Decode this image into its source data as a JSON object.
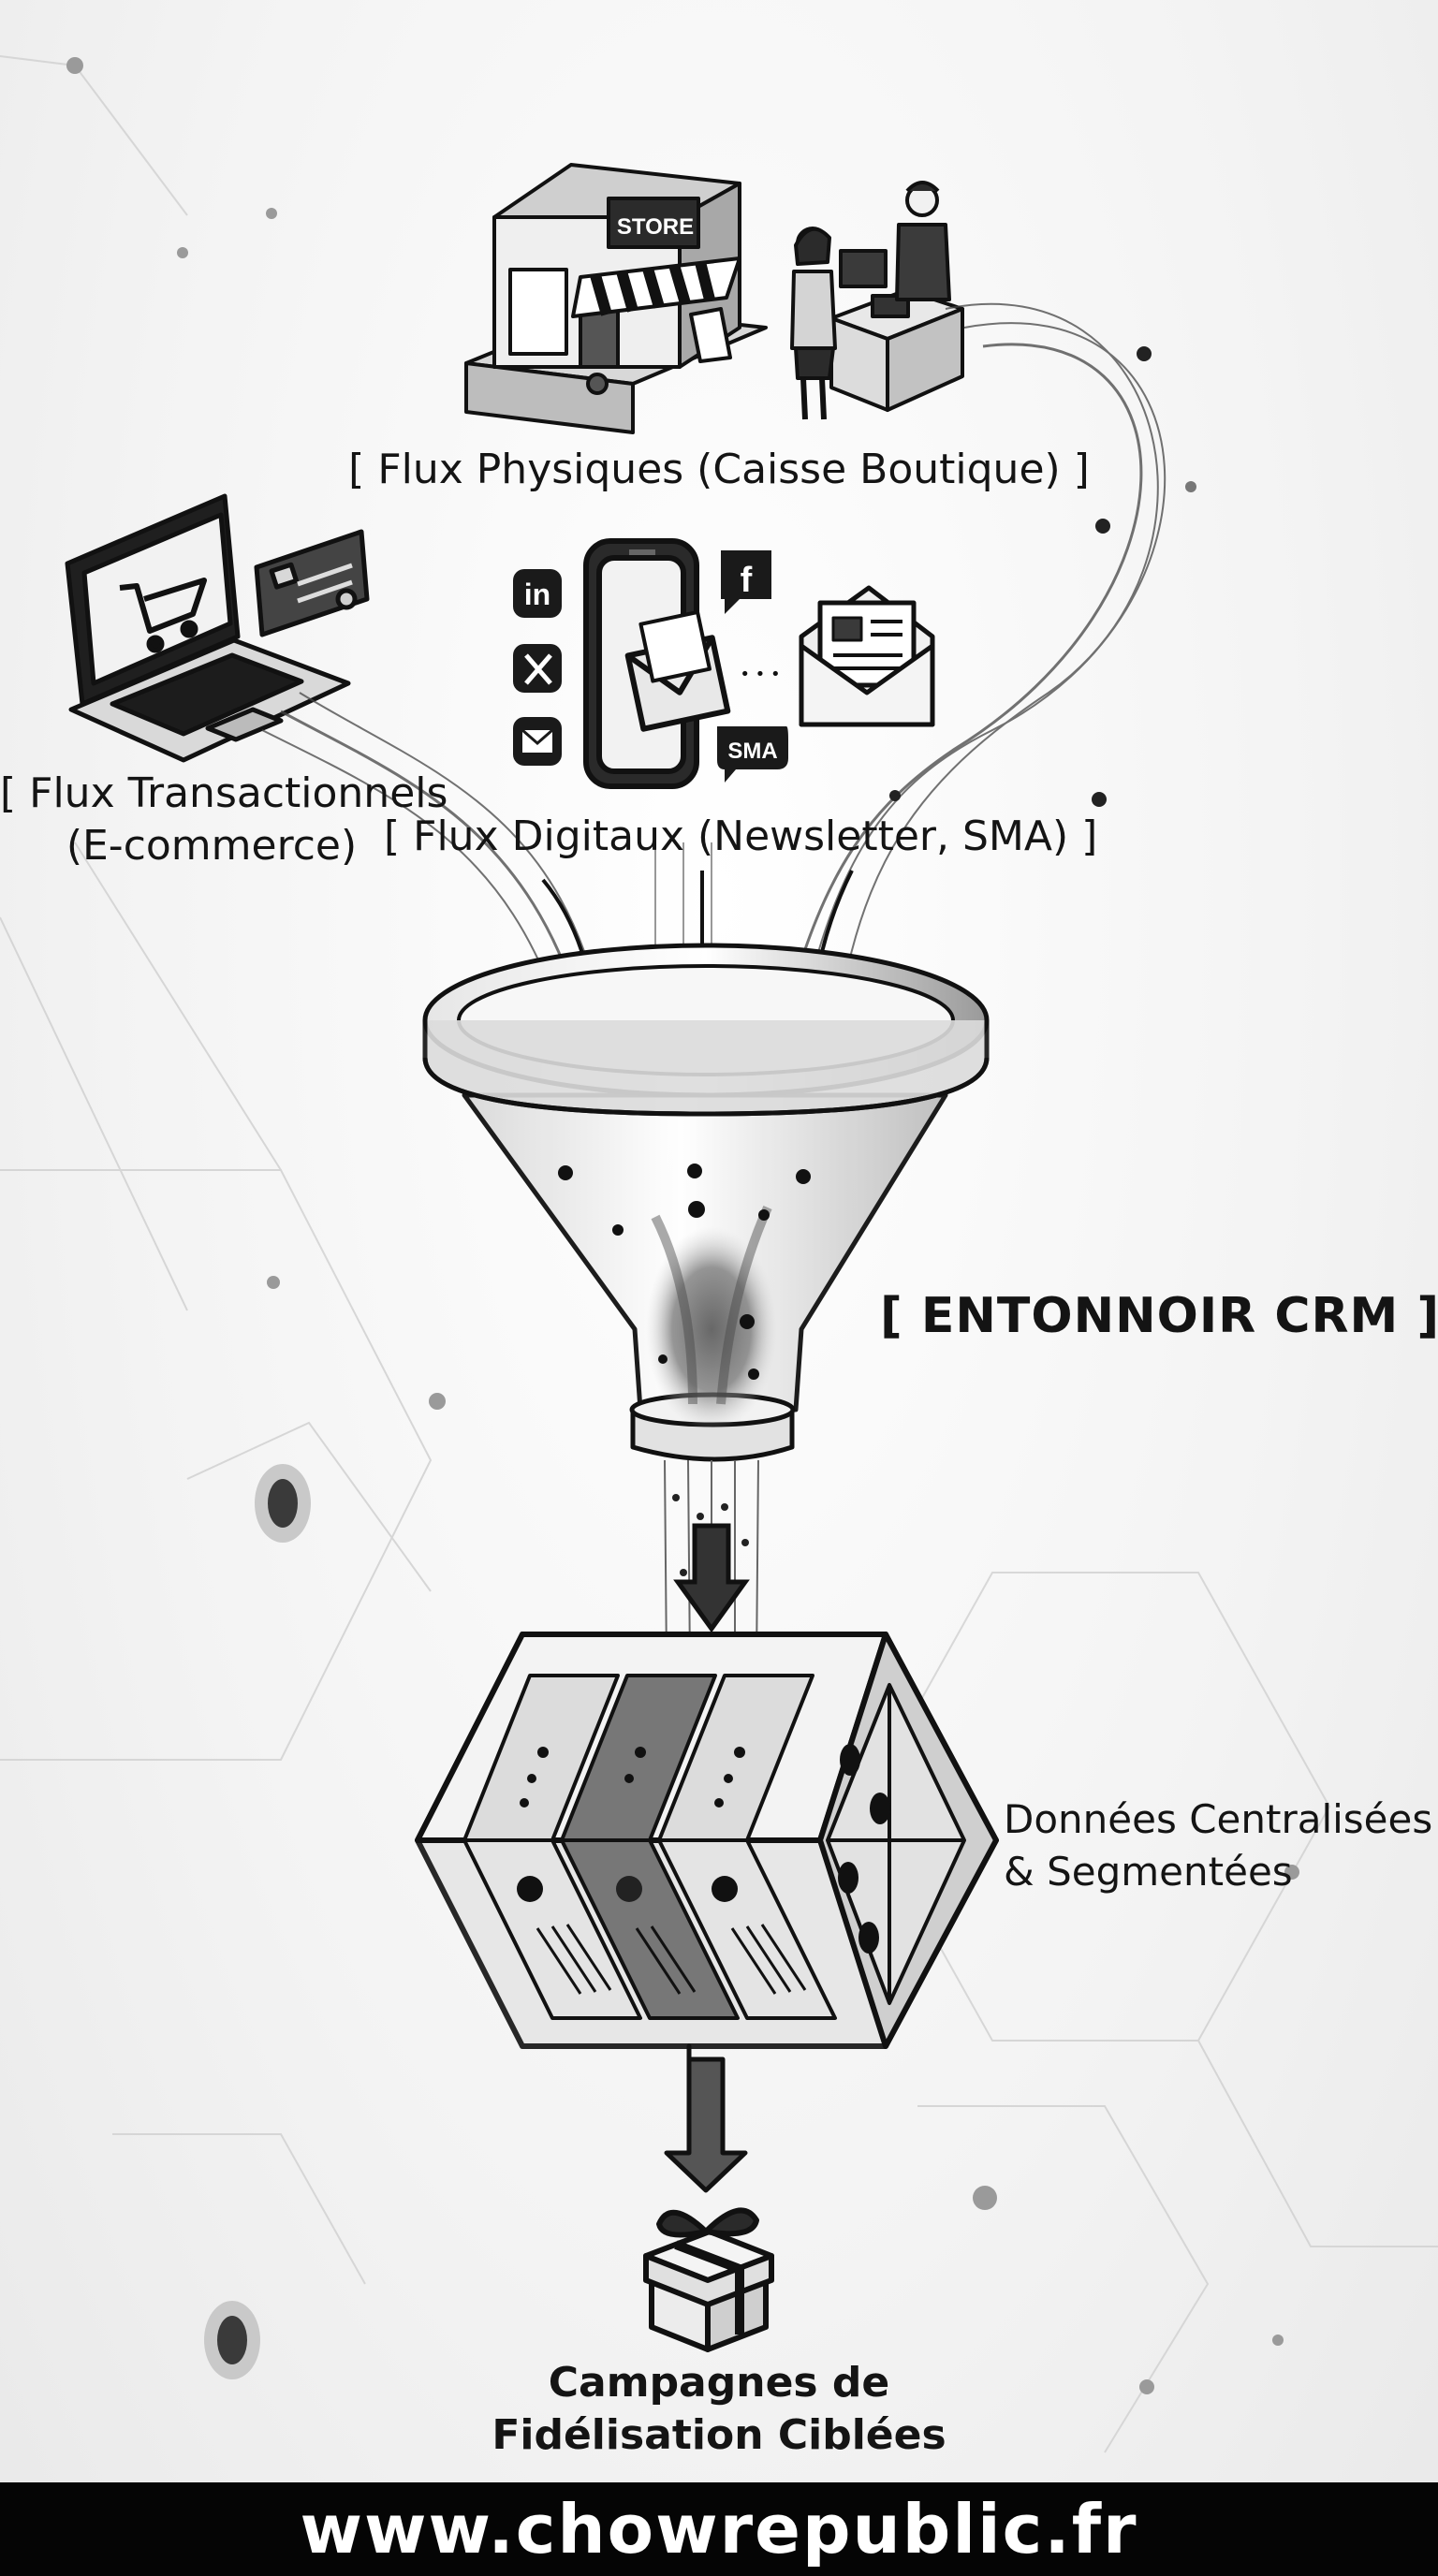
{
  "labels": {
    "flux_physiques": "[ Flux Physiques (Caisse Boutique) ]",
    "flux_transactionnels_1": "[ Flux Transactionnels",
    "flux_transactionnels_2": "(E-commerce)",
    "flux_digitaux": "[ Flux Digitaux (Newsletter, SMA) ]",
    "entonnoir": "[ ENTONNOIR CRM ]",
    "donnees_1": "Données Centralisées",
    "donnees_2": "& Segmentées",
    "campagnes_1": "Campagnes de",
    "campagnes_2": "Fidélisation Ciblées"
  },
  "icons": {
    "store_sign": "STORE",
    "sma_badge": "SMA",
    "ellipsis": "• • •",
    "social": [
      "linkedin-icon",
      "x-icon",
      "mail-icon",
      "facebook-icon"
    ]
  },
  "footer": {
    "url": "www.chowrepublic.fr"
  },
  "colors": {
    "ink": "#141414",
    "footer_bg": "#050505",
    "footer_text": "#ffffff",
    "background": "#f4f4f4"
  }
}
